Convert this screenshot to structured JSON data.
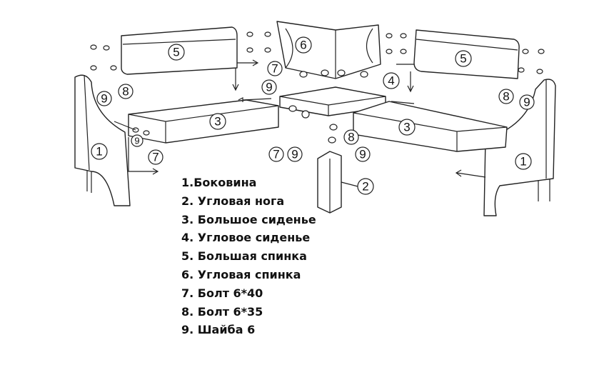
{
  "legend": [
    "1.Боковина",
    "2. Угловая нога",
    "3. Большое сиденье",
    "4. Угловое сиденье",
    "5. Большая спинка",
    "6. Угловая спинка",
    "7. Болт 6*40",
    "8. Болт 6*35",
    "9. Шайба 6"
  ],
  "callouts": [
    "5",
    "6",
    "5",
    "7",
    "9",
    "8",
    "9",
    "4",
    "3",
    "3",
    "1",
    "1",
    "7",
    "9",
    "8",
    "9",
    "9",
    "7",
    "8",
    "9",
    "2"
  ]
}
